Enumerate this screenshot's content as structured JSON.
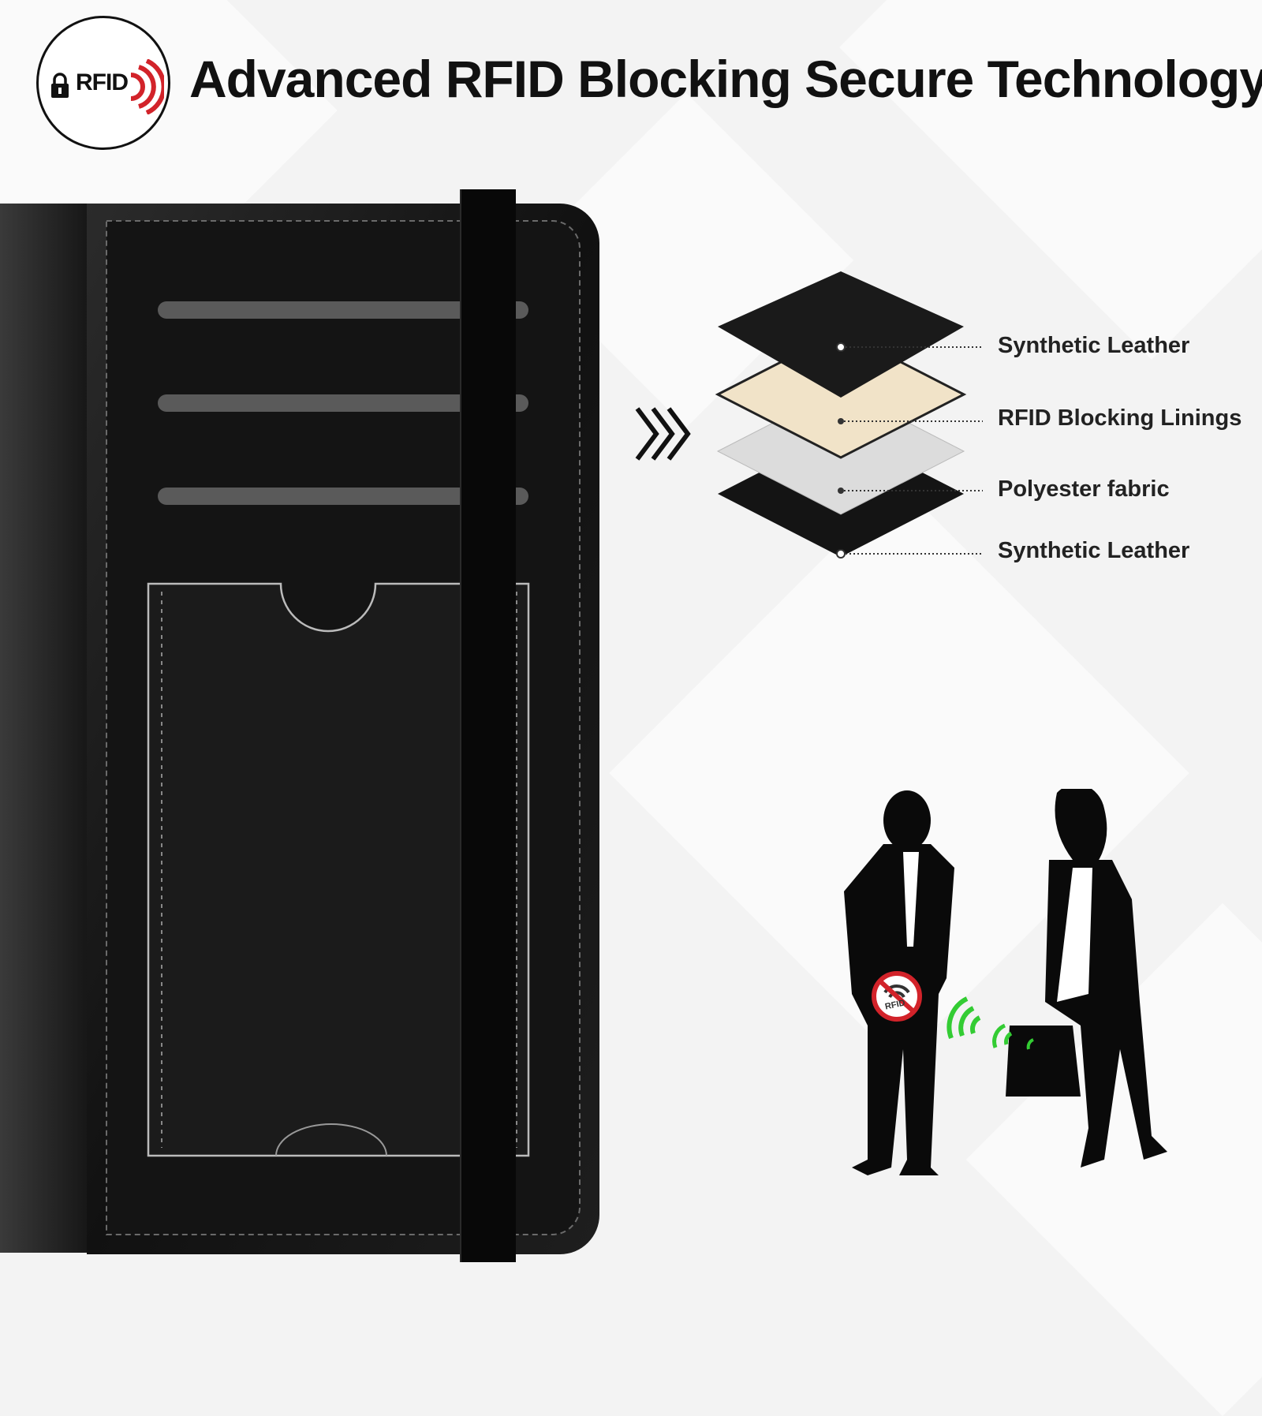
{
  "header": {
    "logo_text": "RFID",
    "title": "Advanced RFID Blocking Secure Technology"
  },
  "layers": [
    {
      "label": "Synthetic Leather",
      "color": "#1a1a1a"
    },
    {
      "label": "RFID Blocking Linings",
      "color": "#f1e3c8"
    },
    {
      "label": "Polyester fabric",
      "color": "#dedede"
    },
    {
      "label": "Synthetic Leather",
      "color": "#151515"
    }
  ],
  "badge": {
    "text": "RFID",
    "accent": "#d2232a"
  },
  "signal_color": "#33cc33",
  "icons": [
    "rfid-lock-icon",
    "rfid-waves-icon",
    "triple-chevron-icon",
    "rfid-blocked-badge-icon",
    "signal-waves-icon"
  ]
}
